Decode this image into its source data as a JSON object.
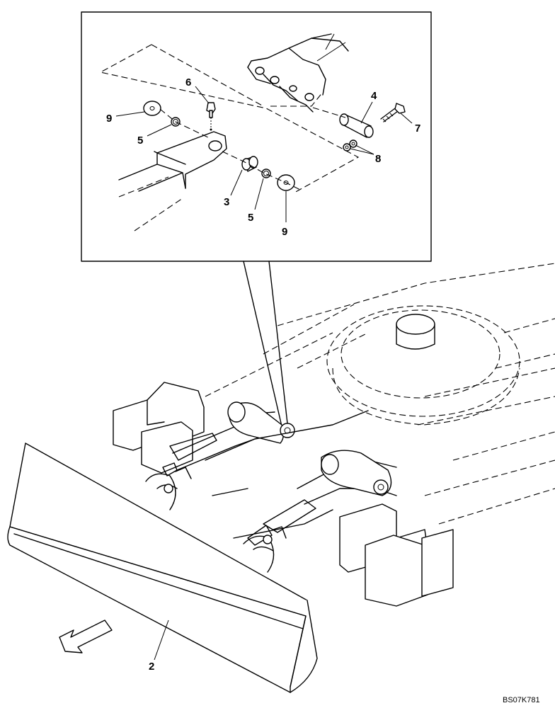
{
  "diagram": {
    "callouts": {
      "part_2": "2",
      "part_3": "3",
      "part_4": "4",
      "part_5_upper": "5",
      "part_5_lower": "5",
      "part_6": "6",
      "part_7": "7",
      "part_8": "8",
      "part_9_upper": "9",
      "part_9_lower": "9"
    },
    "drawing_code": "BS07K781",
    "icons": [
      "forward-direction-arrow-icon",
      "detail-pointer-icon"
    ]
  }
}
